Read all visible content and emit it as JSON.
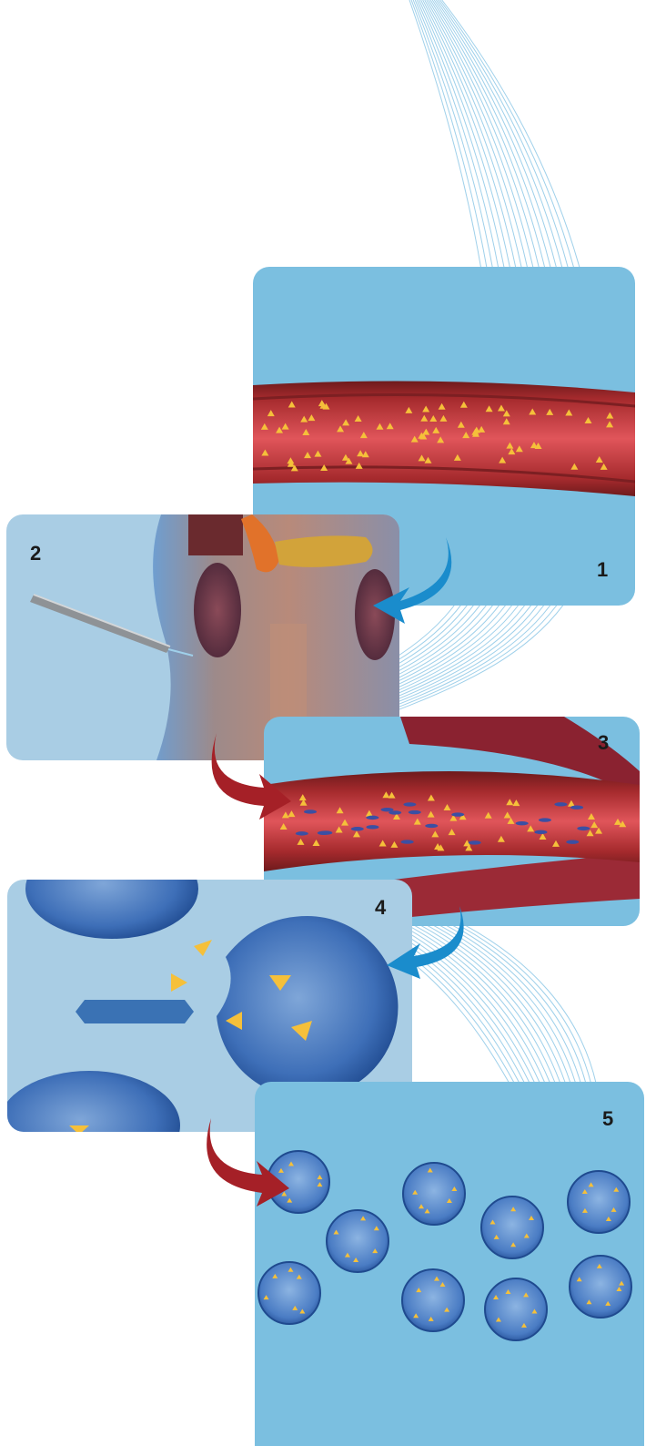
{
  "steps": [
    {
      "number": "1"
    },
    {
      "number": "2"
    },
    {
      "number": "3"
    },
    {
      "number": "4"
    },
    {
      "number": "5"
    }
  ],
  "colors": {
    "panel_blue": "#7bbfe0",
    "panel_light": "#a9cde4",
    "vessel_red": "#b22a2e",
    "vessel_dark": "#7c1f22",
    "particle_yellow": "#f5c03a",
    "cell_blue": "#2f5fae",
    "arrow_blue": "#1a8ccc",
    "arrow_red": "#a52027",
    "wire_lines": "#9fd0ea"
  }
}
